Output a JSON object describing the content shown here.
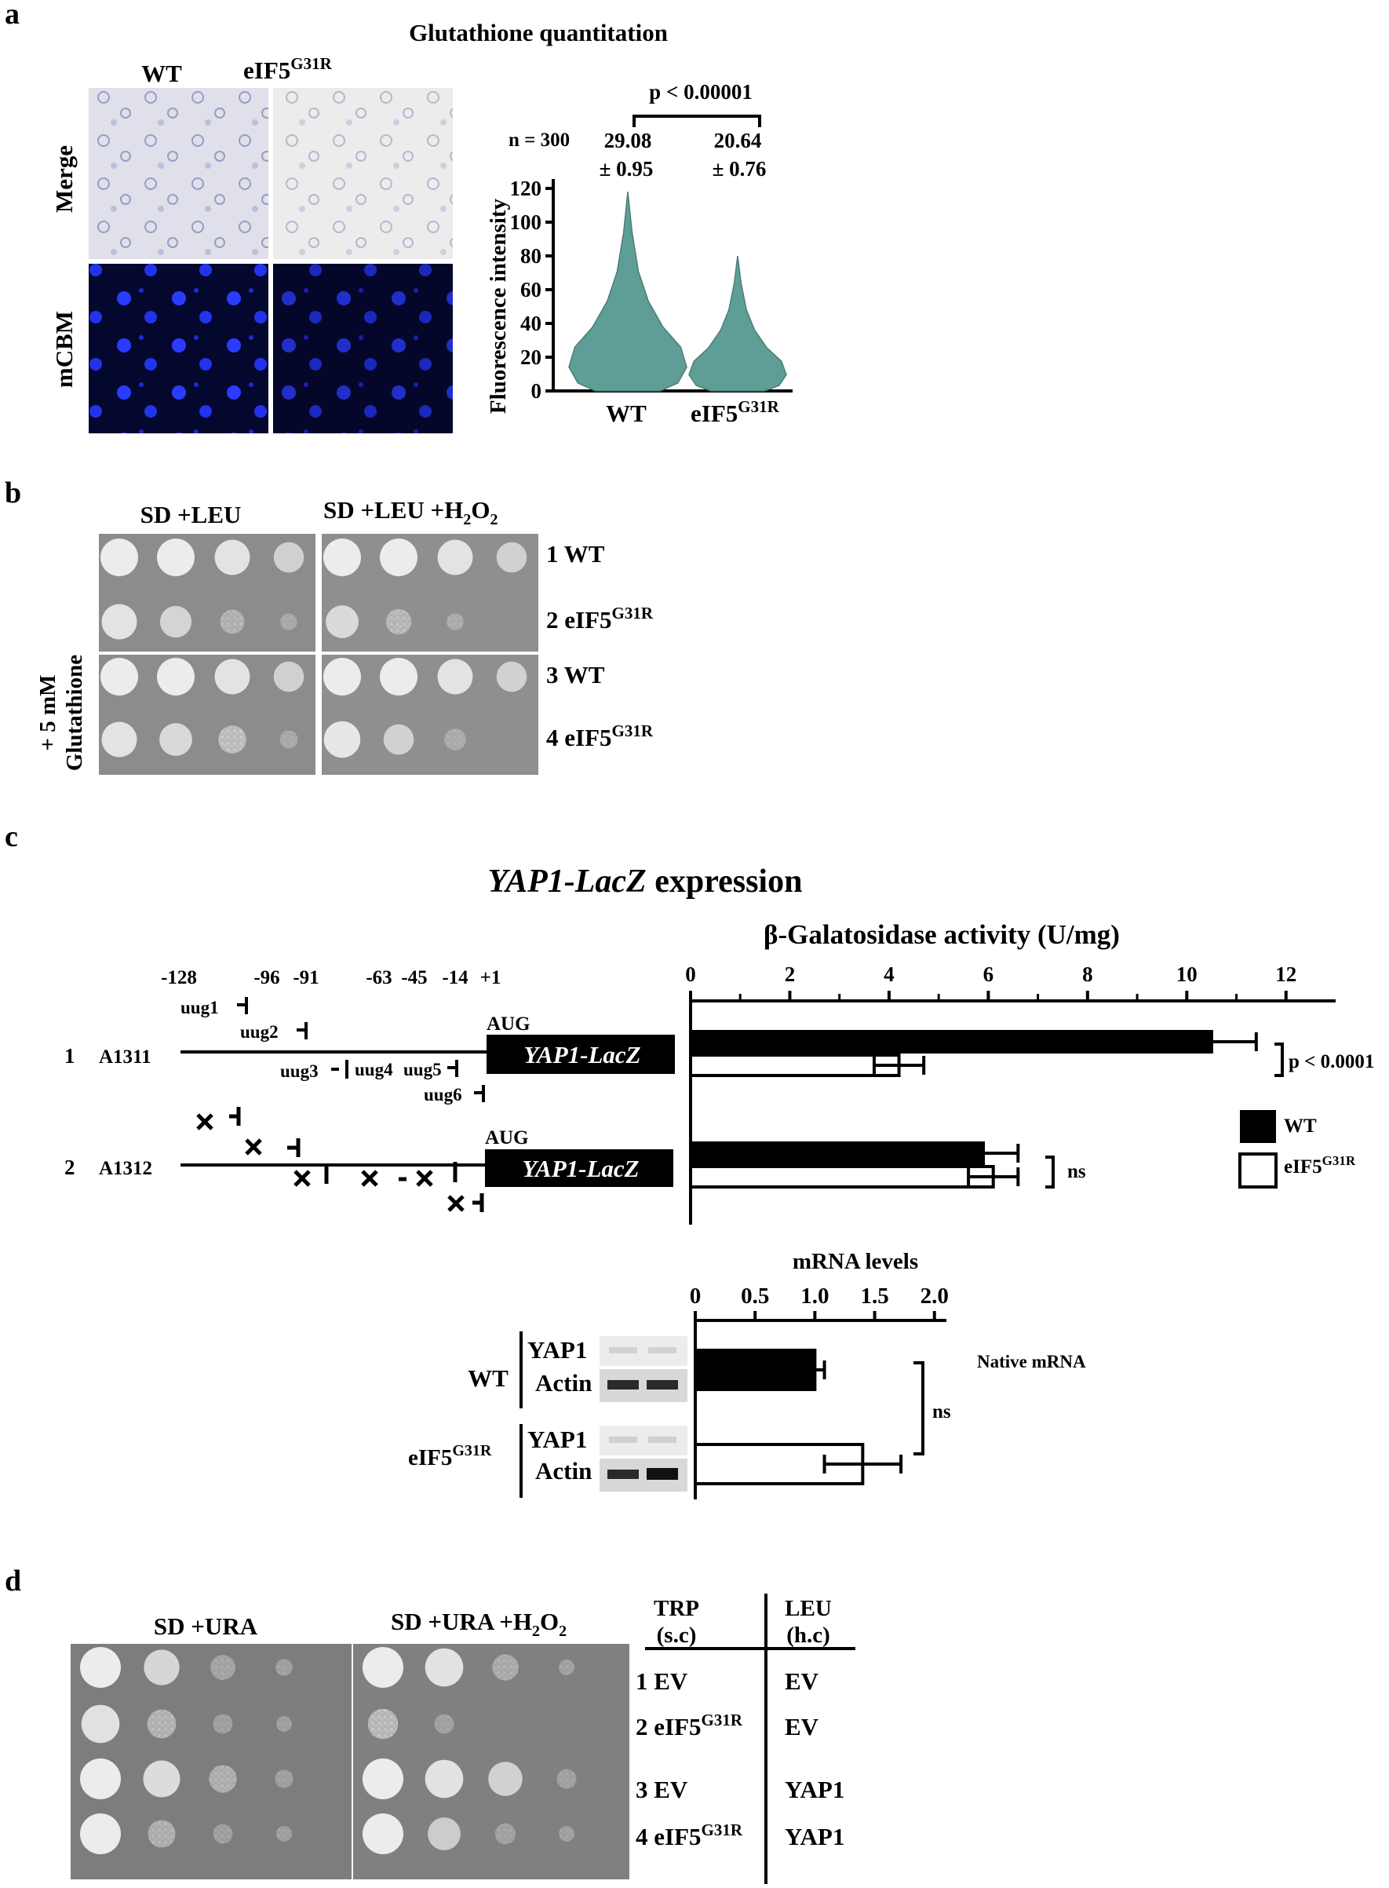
{
  "panels": {
    "a": "a",
    "b": "b",
    "c": "c",
    "d": "d"
  },
  "panel_a": {
    "title": "Glutathione quantitation",
    "col_wt": "WT",
    "col_mut": "eIF5",
    "col_mut_sup": "G31R",
    "row_merge": "Merge",
    "row_mcbm": "mCBM",
    "n_label": "n = 300",
    "pvalue": "p < 0.00001",
    "wt_mean": "29.08",
    "wt_sem": "± 0.95",
    "mut_mean": "20.64",
    "mut_sem": "± 0.76"
  },
  "panel_b": {
    "media_1": "SD +LEU",
    "media_2_pre": "SD +LEU +H",
    "media_2_s1": "2",
    "media_2_mid": "O",
    "media_2_s2": "2",
    "side_1": "+ 5 mM",
    "side_2": "Glutathione",
    "rows": [
      {
        "label": "1 WT",
        "sup": ""
      },
      {
        "label": "2 eIF5",
        "sup": "G31R"
      },
      {
        "label": "3 WT",
        "sup": ""
      },
      {
        "label": "4 eIF5",
        "sup": "G31R"
      }
    ]
  },
  "panel_c": {
    "title_italic": "YAP1-LacZ",
    "title_rest": " expression",
    "positions": [
      "-128",
      "-96",
      "-91",
      "-63",
      "-45",
      "-14",
      "+1"
    ],
    "uug": [
      "uug1",
      "uug2",
      "uug3",
      "uug4",
      "uug5",
      "uug6"
    ],
    "aug": "AUG",
    "construct_box": "YAP1-LacZ",
    "construct_1_num": "1",
    "construct_1_name": "A1311",
    "construct_2_num": "2",
    "construct_2_name": "A1312",
    "legend_wt": "WT",
    "legend_mut": "eIF5",
    "legend_mut_sup": "G31R",
    "sig_1": "p < 0.0001",
    "sig_2": "ns",
    "mrna_title": "mRNA levels",
    "native_label": "Native mRNA",
    "gel_wt": "WT",
    "gel_mut": "eIF5",
    "gel_mut_sup": "G31R",
    "gel_yap1": "YAP1",
    "gel_actin": "Actin",
    "mrna_sig": "ns"
  },
  "panel_d": {
    "media_1": "SD +URA",
    "media_2_pre": "SD +URA +H",
    "media_2_s1": "2",
    "media_2_mid": "O",
    "media_2_s2": "2",
    "trp": "TRP",
    "trp_sub": "(s.c)",
    "leu": "LEU",
    "leu_sub": "(h.c)",
    "rows": [
      {
        "trp": "1 EV",
        "sup": "",
        "leu": "EV"
      },
      {
        "trp": "2 eIF5",
        "sup": "G31R",
        "leu": "EV"
      },
      {
        "trp": "3 EV",
        "sup": "",
        "leu": "YAP1"
      },
      {
        "trp": "4 eIF5",
        "sup": "G31R",
        "leu": "YAP1"
      }
    ]
  },
  "chart_data": [
    {
      "type": "violin",
      "title": "",
      "ylabel": "Fluorescence intensity",
      "ylim": [
        0,
        120
      ],
      "yticks": [
        0,
        20,
        40,
        60,
        80,
        100,
        120
      ],
      "categories": [
        "WT",
        "eIF5G31R"
      ],
      "means": [
        29.08,
        20.64
      ],
      "sem": [
        0.95,
        0.76
      ],
      "max": [
        118,
        80
      ],
      "color": "#5f9e96"
    },
    {
      "type": "bar",
      "title": "β-Galatosidase activity (U/mg)",
      "orientation": "horizontal",
      "xlim": [
        0,
        13
      ],
      "xticks": [
        0,
        2,
        4,
        6,
        8,
        10,
        12
      ],
      "categories": [
        "A1311",
        "A1312"
      ],
      "series": [
        {
          "name": "WT",
          "values": [
            10.5,
            5.9
          ],
          "errors": [
            0.9,
            0.7
          ],
          "color": "#000000"
        },
        {
          "name": "eIF5G31R",
          "values": [
            4.2,
            6.1
          ],
          "errors": [
            0.5,
            0.5
          ],
          "color": "#ffffff"
        }
      ]
    },
    {
      "type": "bar",
      "title": "mRNA levels",
      "orientation": "horizontal",
      "xlim": [
        0,
        2.1
      ],
      "xticks": [
        "0",
        "0.5",
        "1.0",
        "1.5",
        "2.0"
      ],
      "categories": [
        "WT",
        "eIF5G31R"
      ],
      "values": [
        1.0,
        1.4
      ],
      "errors": [
        0.08,
        0.32
      ],
      "colors": [
        "#000000",
        "#ffffff"
      ]
    }
  ]
}
